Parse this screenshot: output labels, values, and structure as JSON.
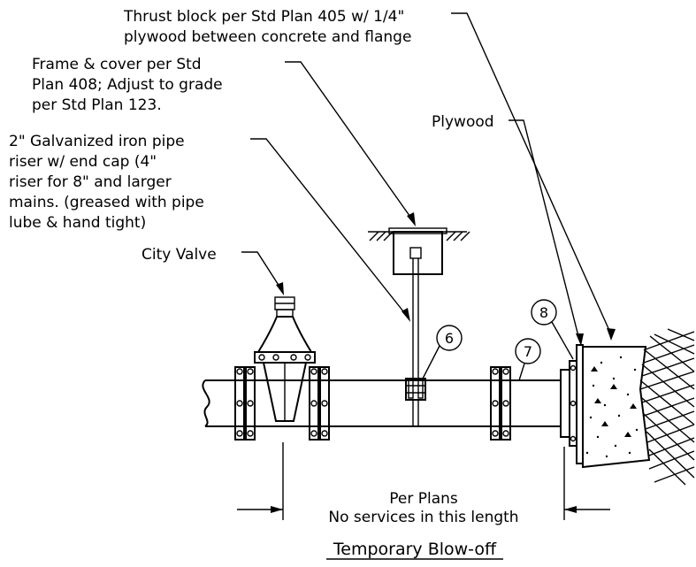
{
  "callouts": {
    "thrust_block": {
      "line1": "Thrust block per Std Plan 405 w/ 1/4\"",
      "line2": "plywood between concrete and flange"
    },
    "frame_cover": {
      "line1": "Frame & cover per Std",
      "line2": "Plan 408; Adjust to grade",
      "line3": "per Std Plan 123."
    },
    "riser": {
      "line1": "2\" Galvanized iron pipe",
      "line2": "riser w/ end cap (4\"",
      "line3": "riser for 8\" and larger",
      "line4": "mains. (greased with pipe",
      "line5": "lube & hand tight)"
    },
    "plywood": "Plywood",
    "city_valve": "City Valve"
  },
  "item_tags": [
    "6",
    "7",
    "8"
  ],
  "dimension": {
    "line1": "Per Plans",
    "line2": "No services in this length"
  },
  "title": "Temporary Blow-off"
}
